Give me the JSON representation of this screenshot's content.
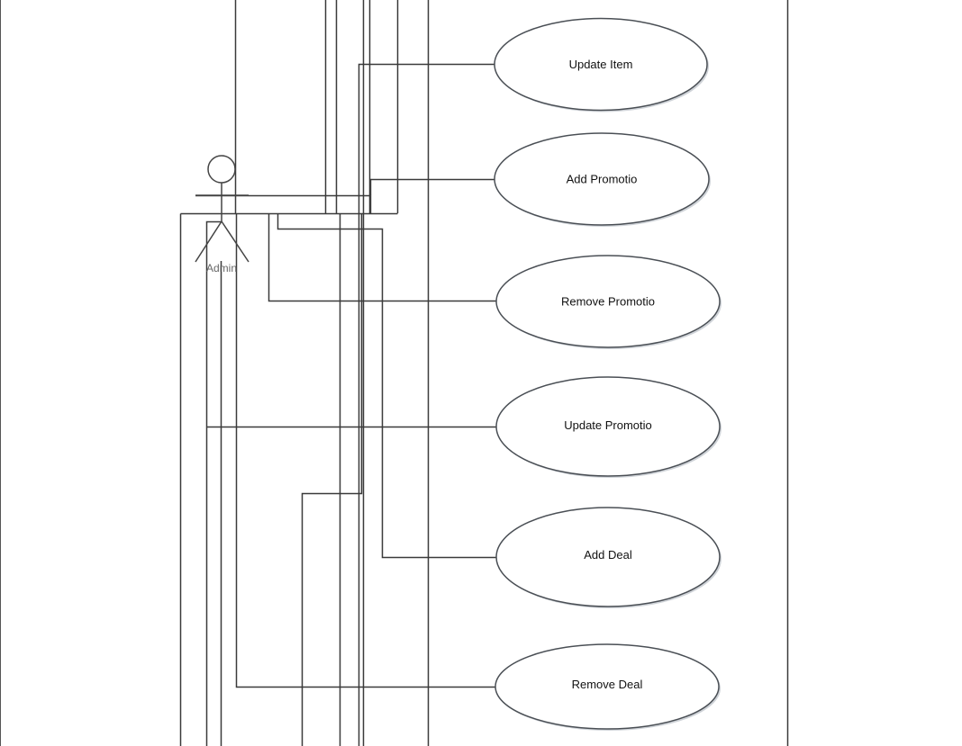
{
  "actor": {
    "name": "Admin"
  },
  "use_cases": [
    {
      "id": "uc-update-item",
      "label": "Update Item"
    },
    {
      "id": "uc-add-promotion",
      "label": "Add Promotio"
    },
    {
      "id": "uc-remove-promotion",
      "label": "Remove Promotio"
    },
    {
      "id": "uc-update-promotion",
      "label": "Update Promotio"
    },
    {
      "id": "uc-add-deal",
      "label": "Add Deal"
    },
    {
      "id": "uc-remove-deal",
      "label": "Remove Deal"
    }
  ]
}
